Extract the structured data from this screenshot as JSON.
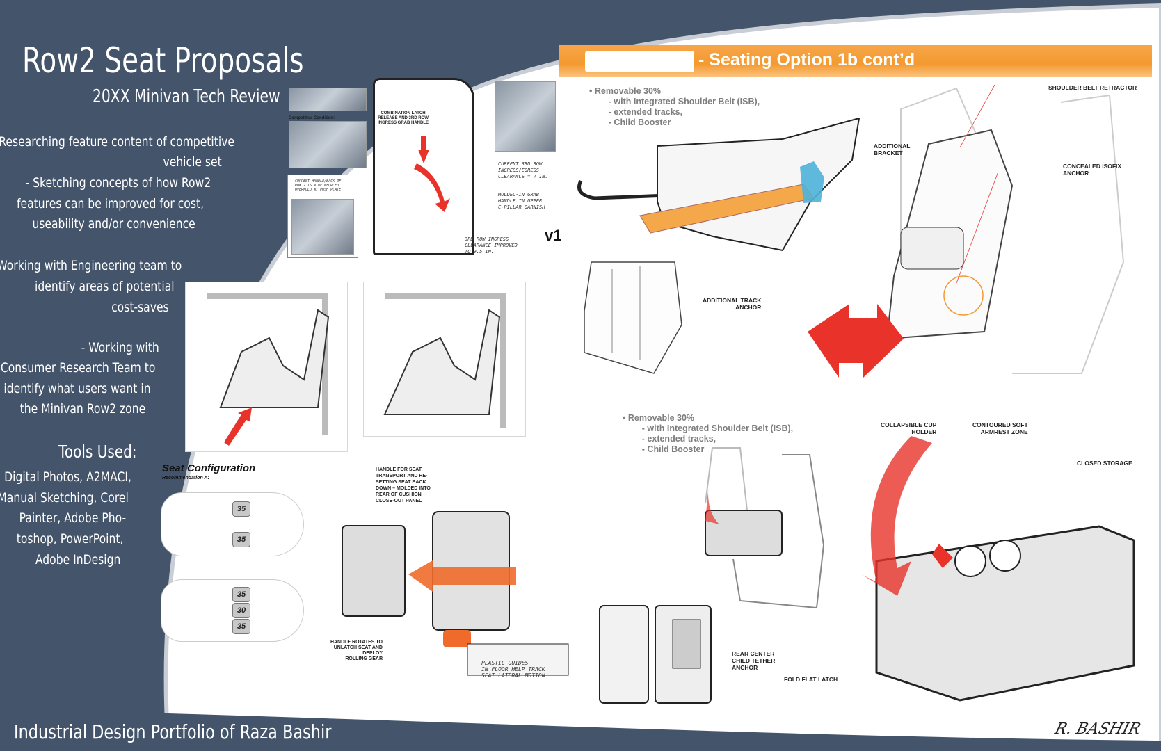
{
  "header": {
    "title": "Row2 Seat Proposals",
    "subtitle": "20XX Minivan Tech Review"
  },
  "left_bullets": [
    "- Researching feature content of competitive",
    "vehicle set",
    "- Sketching concepts of how Row2",
    "features can be improved for cost,",
    "useability and/or convenience",
    "- Working with Engineering team to",
    "identify areas of potential",
    "cost-saves",
    "- Working with",
    "Consumer Research Team to",
    "identify what users want in",
    "the Minivan Row2 zone"
  ],
  "tools": {
    "heading": "Tools Used:",
    "lines": [
      "Digital Photos, A2MACI,",
      "Manual Sketching, Corel",
      "Painter, Adobe Pho-",
      "toshop, PowerPoint,",
      "Adobe InDesign"
    ]
  },
  "footer": "Industrial Design Portfolio of Raza Bashir",
  "signature": "R. BASHIR",
  "banner": {
    "title": "- Seating Option 1b cont’d"
  },
  "colors": {
    "navy": "#44546b",
    "orange": "#f39a30",
    "red": "#e8322a",
    "highlight_orange": "#f5a84a",
    "highlight_blue": "#4fb3d9"
  },
  "research": {
    "competitive": "Competitive Condition:",
    "latch": "COMBINATION LATCH\nRELEASE AND 3RD ROW\nINGRESS GRAB HANDLE",
    "note_current_handle": "CURRENT HANDLE/BACK OF\nROW 2 IS A REINFORCED\nOVERMOLD W/ PUSH PLATE",
    "note_clearance": "CURRENT 3RD ROW\nINGRESS/EGRESS\nCLEARANCE = 7 IN.",
    "note_molded": "MOLDED-IN GRAB\nHANDLE IN UPPER\nC-PILLAR GARNISH",
    "note_improved": "3RD ROW INGRESS\nCLEARANCE IMPROVED\nTO 9.5 IN.",
    "version": "v1"
  },
  "option_top": {
    "bullets": "• Removable 30%\n        - with Integrated Shoulder Belt (ISB),\n        - extended tracks,\n        - Child Booster",
    "labels": {
      "shoulder": "SHOULDER BELT RETRACTOR",
      "bracket": "ADDITIONAL\nBRACKET",
      "isofix": "CONCEALED ISOFIX\nANCHOR",
      "track": "ADDITIONAL TRACK\nANCHOR"
    }
  },
  "option_bottom": {
    "bullets": "• Removable 30%\n        - with Integrated Shoulder Belt (ISB),\n        - extended tracks,\n        - Child Booster",
    "labels": {
      "cup": "COLLAPSIBLE CUP\nHOLDER",
      "armrest": "CONTOURED SOFT\nARMREST ZONE",
      "storage": "CLOSED STORAGE",
      "tether": "REAR CENTER\nCHILD TETHER\nANCHOR",
      "latch": "FOLD FLAT LATCH"
    }
  },
  "seat_config": {
    "title": "Seat Configuration",
    "subtitle": "Recommendation A:",
    "layout_a": [
      "35",
      "35"
    ],
    "layout_b": [
      "35",
      "30",
      "35"
    ]
  },
  "handle_sketch": {
    "handle": "HANDLE FOR SEAT\nTRANSPORT AND RE-\nSETTING SEAT BACK\nDOWN – MOLDED INTO\nREAR OF CUSHION\nCLOSE-OUT PANEL",
    "rotates": "HANDLE ROTATES TO\nUNLATCH SEAT AND\nDEPLOY\nROLLING GEAR",
    "guides": "PLASTIC GUIDES\nIN FLOOR HELP TRACK\nSEAT LATERAL MOTION"
  }
}
